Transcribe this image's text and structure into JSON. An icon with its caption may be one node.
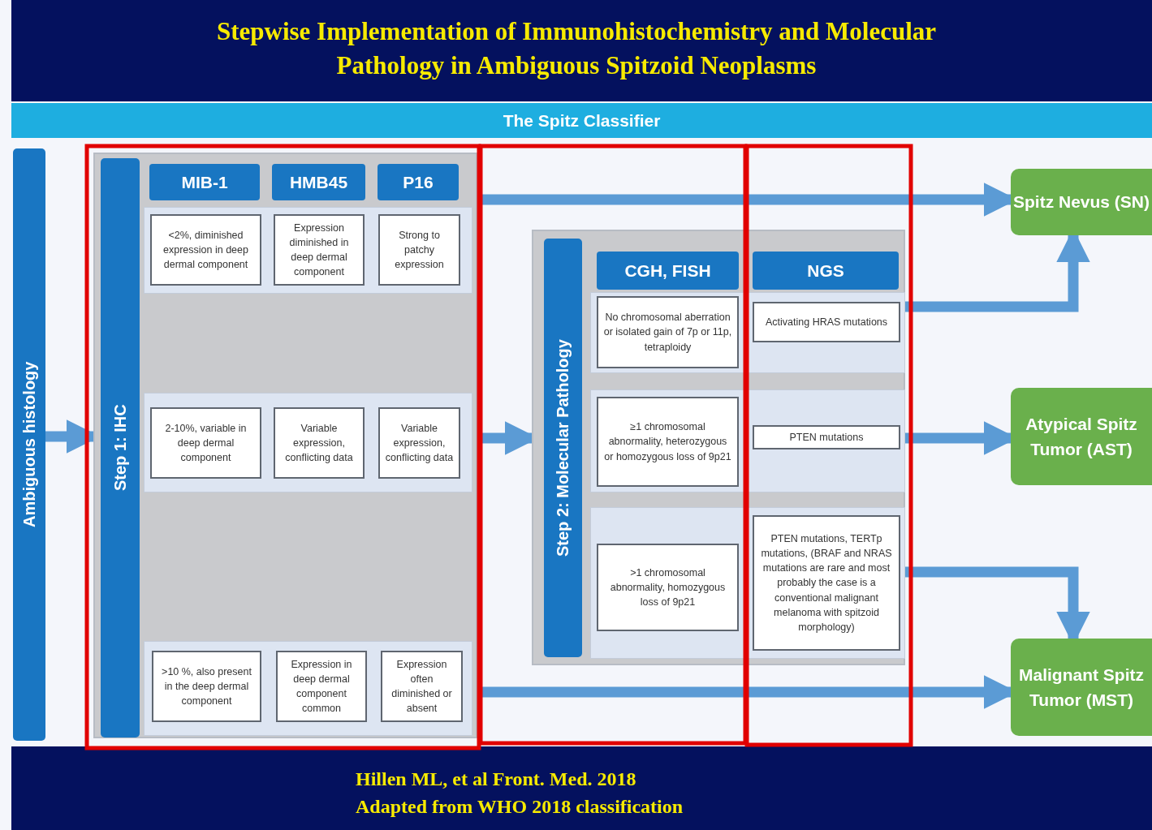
{
  "diagram": {
    "title": "Stepwise Implementation of Immunohistochemistry and Molecular Pathology in Ambiguous Spitzoid Neoplasms",
    "caption": "Hillen ML, et al Front. Med. 2018",
    "nodes": [
      {
        "text": [
          "The Spitz Classifier"
        ]
      },
      {
        "text": [
          "Ambiguous histology"
        ]
      },
      {
        "text": [
          "Step 1: IHC"
        ]
      },
      {
        "text": [
          "MIB-1"
        ],
        "in": 2
      },
      {
        "text": [
          "HMB45"
        ],
        "in": 2
      },
      {
        "text": [
          "P16"
        ],
        "in": 2
      },
      {
        "text": [
          "<2%, diminished expression in deep dermal component"
        ],
        "in": 2
      },
      {
        "text": [
          "Expression diminished in deep dermal component"
        ],
        "in": 2
      },
      {
        "text": [
          "Strong to patchy expression"
        ],
        "in": 2
      },
      {
        "text": [
          "2-10%, variable in deep dermal component"
        ],
        "in": 2
      },
      {
        "text": [
          "Variable expression, conflicting data"
        ],
        "in": 2
      },
      {
        "text": [
          "Variable expression, conflicting data"
        ],
        "in": 2
      },
      {
        "text": [
          ">10 %, also present in the deep dermal component"
        ],
        "in": 2
      },
      {
        "text": [
          "Expression in deep dermal component common"
        ],
        "in": 2
      },
      {
        "text": [
          "Expression often diminished or absent"
        ],
        "in": 2
      },
      {
        "text": [
          "Step 2: Molecular Pathology"
        ]
      },
      {
        "text": [
          "CGH, FISH"
        ],
        "in": 15
      },
      {
        "text": [
          "NGS"
        ],
        "in": 15
      },
      {
        "text": [
          "No chromosomal aberration or isolated gain of 7p or 11p, tetraploidy"
        ],
        "in": 15
      },
      {
        "text": [
          "Activating HRAS mutations"
        ],
        "in": 15
      },
      {
        "text": [
          "≥1 chromosomal abnormality, heterozygous or homozygous loss of 9p21"
        ],
        "in": 15
      },
      {
        "text": [
          "PTEN mutations"
        ],
        "in": 15
      },
      {
        "text": [
          ">1 chromosomal abnormality, homozygous loss of 9p21"
        ],
        "in": 15
      },
      {
        "text": [
          "PTEN mutations, TERTp mutations, (BRAF and NRAS mutations are rare and most probably the case is a conventional malignant melanoma with spitzoid morphology)"
        ],
        "in": 15
      },
      {
        "text": [
          "Spitz Nevus (SN)"
        ]
      },
      {
        "text": [
          "Atypical Spitz Tumor (AST)"
        ]
      },
      {
        "text": [
          "Malignant Spitz Tumor (MST)"
        ]
      }
    ],
    "edges": [
      {
        "from": 1,
        "to": 2,
        "arrow": "to"
      },
      {
        "from": 2,
        "to": 15,
        "arrow": "to"
      },
      {
        "from": 2,
        "to": 24,
        "arrow": "to"
      },
      {
        "from": 2,
        "to": 26,
        "arrow": "to"
      },
      {
        "from": 15,
        "to": 24,
        "arrow": "to"
      },
      {
        "from": 15,
        "to": 25,
        "arrow": "to"
      },
      {
        "from": 15,
        "to": 26,
        "arrow": "to"
      }
    ],
    "labels": [
      "Adapted from WHO 2018 classification"
    ]
  }
}
